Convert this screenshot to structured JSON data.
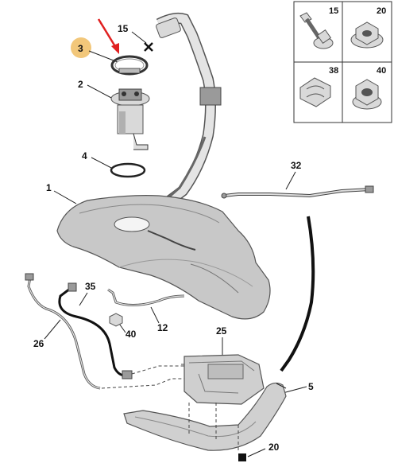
{
  "callouts": {
    "c1": "1",
    "c2": "2",
    "c3": "3",
    "c4": "4",
    "c5": "5",
    "c12": "12",
    "c15": "15",
    "c20": "20",
    "c25": "25",
    "c26": "26",
    "c32": "32",
    "c35": "35",
    "c40": "40"
  },
  "inset": {
    "p15": "15",
    "p20": "20",
    "p38": "38",
    "p40": "40"
  },
  "colors": {
    "highlight_badge": "#f2c77a",
    "arrow": "#e02020",
    "tank": "#c8c8c8",
    "strap": "#111111"
  },
  "icons": {
    "remove_mark": "x-mark-icon",
    "highlight_arrow": "red-arrow-icon"
  }
}
